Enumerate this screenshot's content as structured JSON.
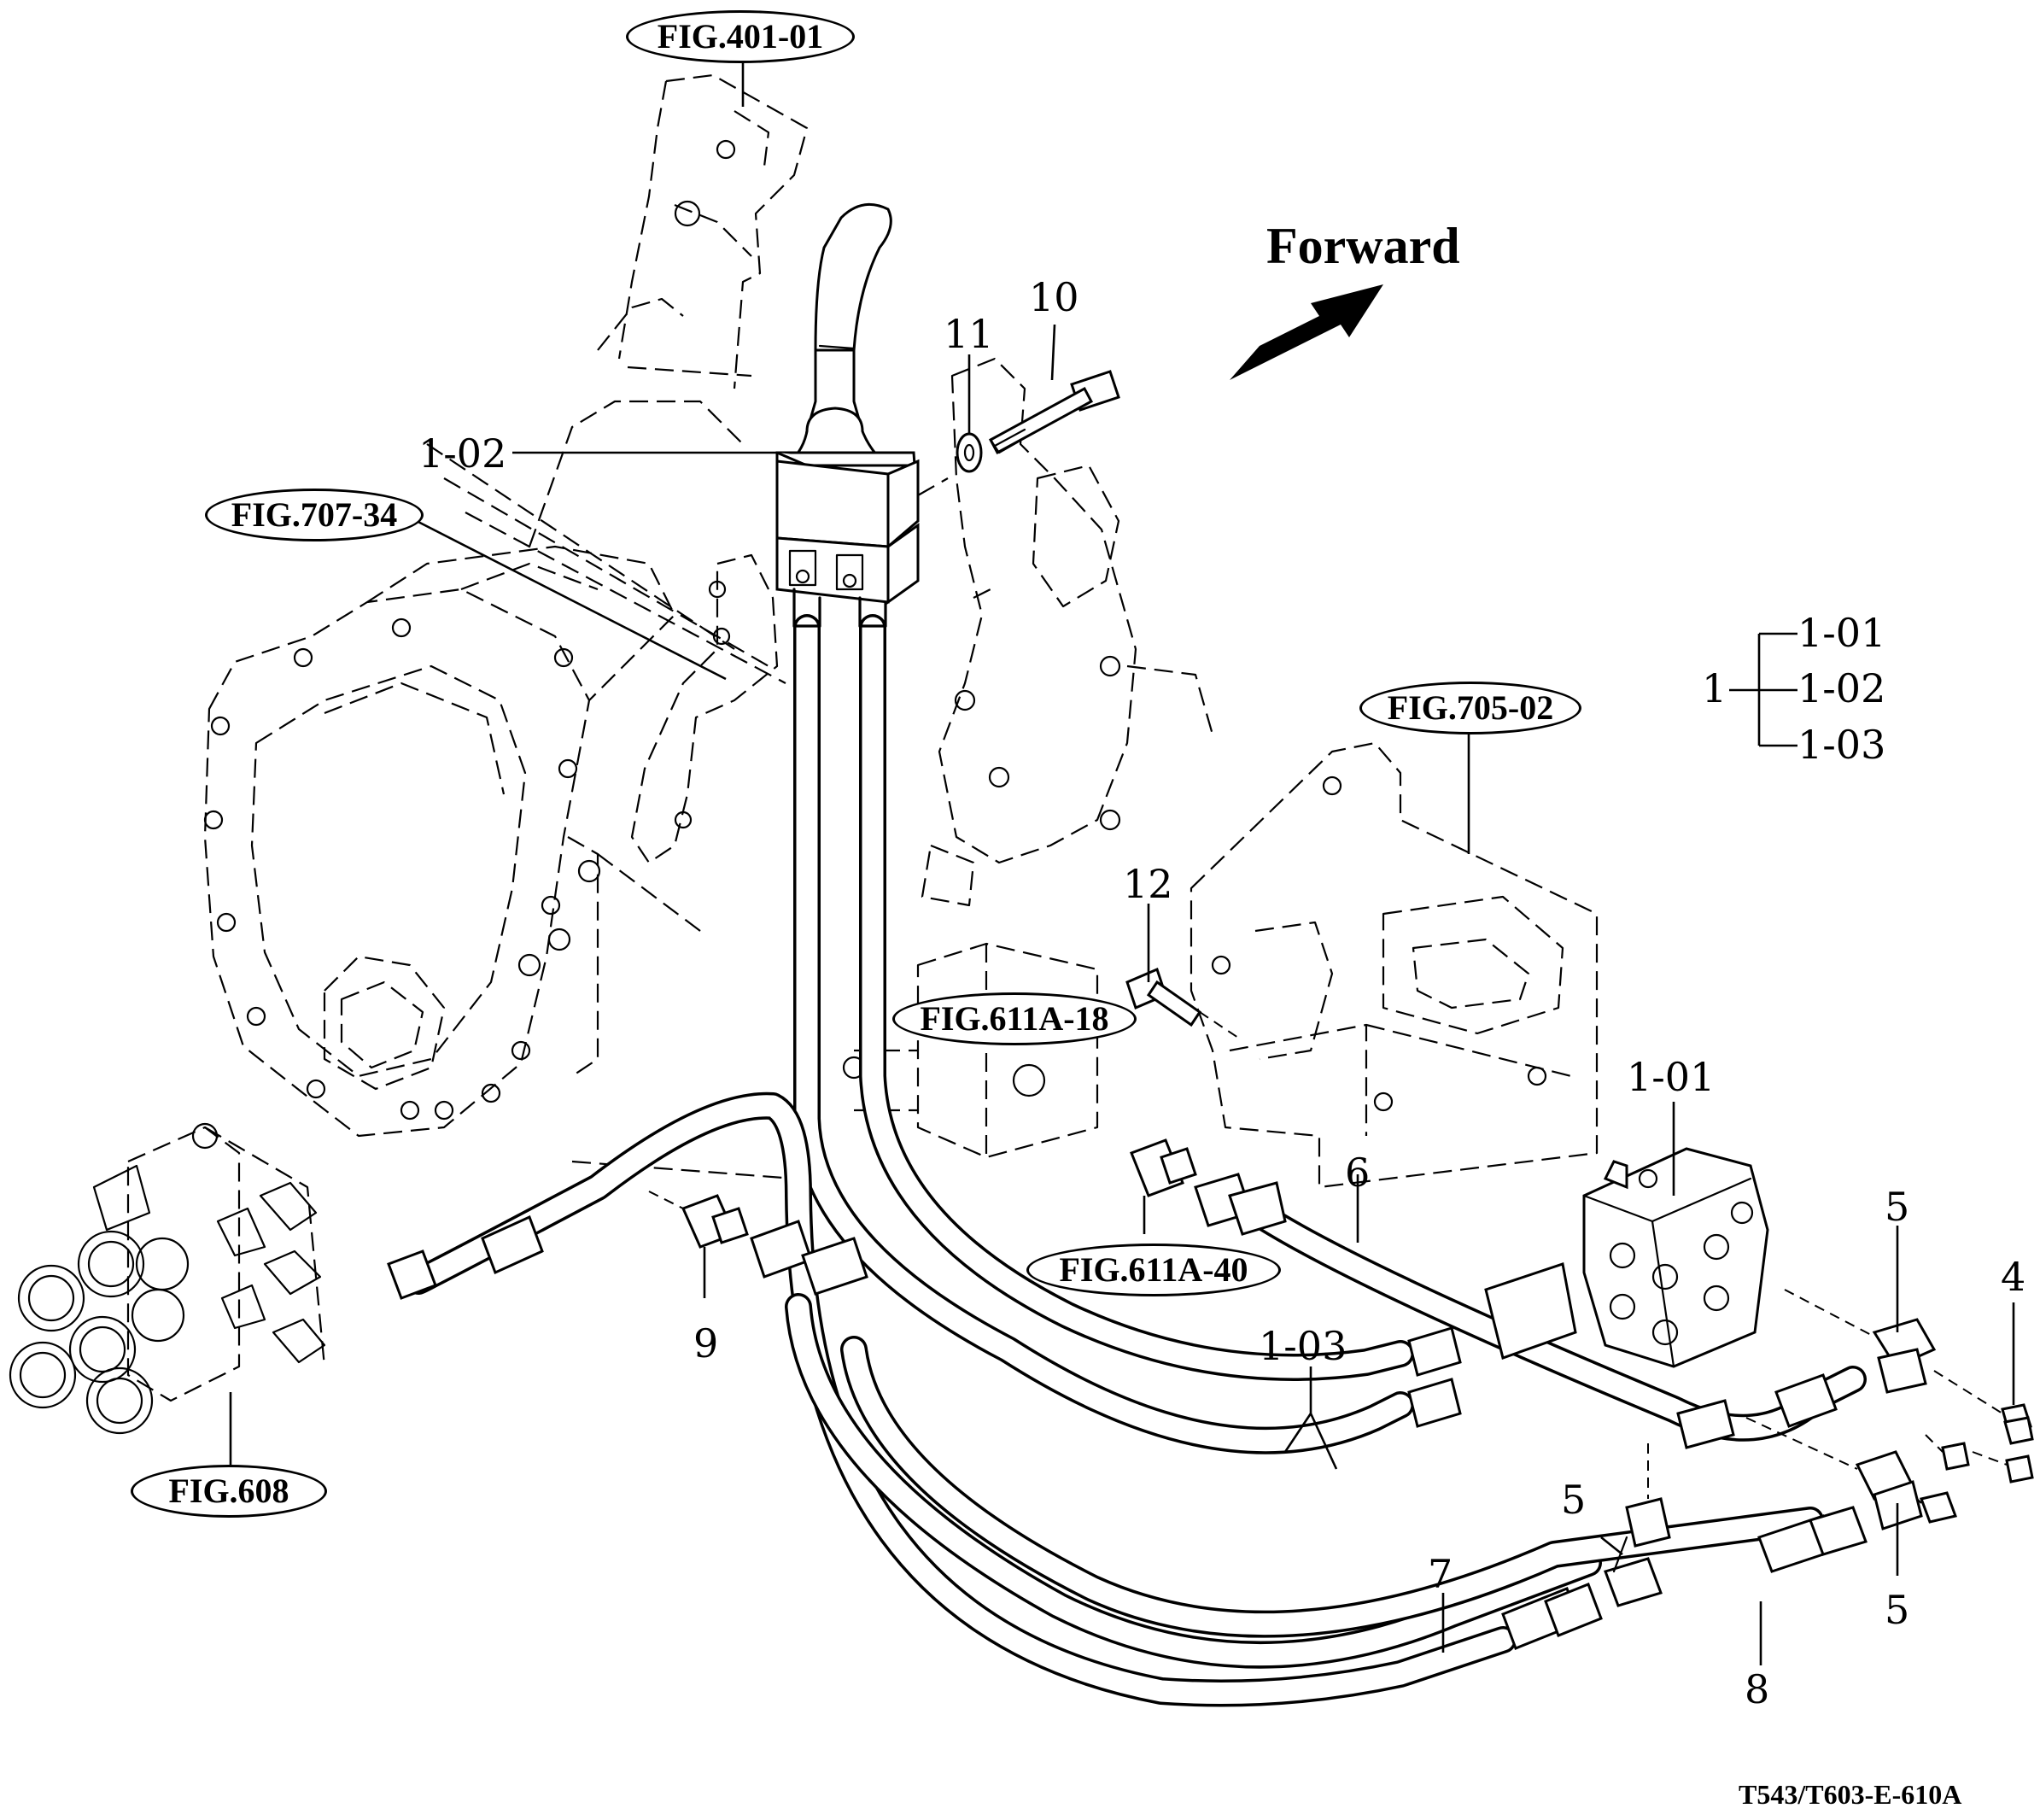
{
  "header": {
    "forward_label": "Forward"
  },
  "figure_refs": {
    "fig_401_01": "FIG.401-01",
    "fig_707_34": "FIG.707-34",
    "fig_705_02": "FIG.705-02",
    "fig_611a_18": "FIG.611A-18",
    "fig_611a_40": "FIG.611A-40",
    "fig_608": "FIG.608"
  },
  "callouts": {
    "p1_02_lever": "1-02",
    "p10": "10",
    "p11": "11",
    "p12": "12",
    "p1_01_valve": "1-01",
    "p6": "6",
    "p9": "9",
    "p1_03": "1-03",
    "p5_top": "5",
    "p4": "4",
    "p5_mid": "5",
    "p5_bottom": "5",
    "p7": "7",
    "p8": "8"
  },
  "assembly_legend": {
    "parent": "1",
    "children": [
      "1-01",
      "1-02",
      "1-03"
    ]
  },
  "footer": {
    "drawing_code": "T543/T603-E-610A"
  }
}
